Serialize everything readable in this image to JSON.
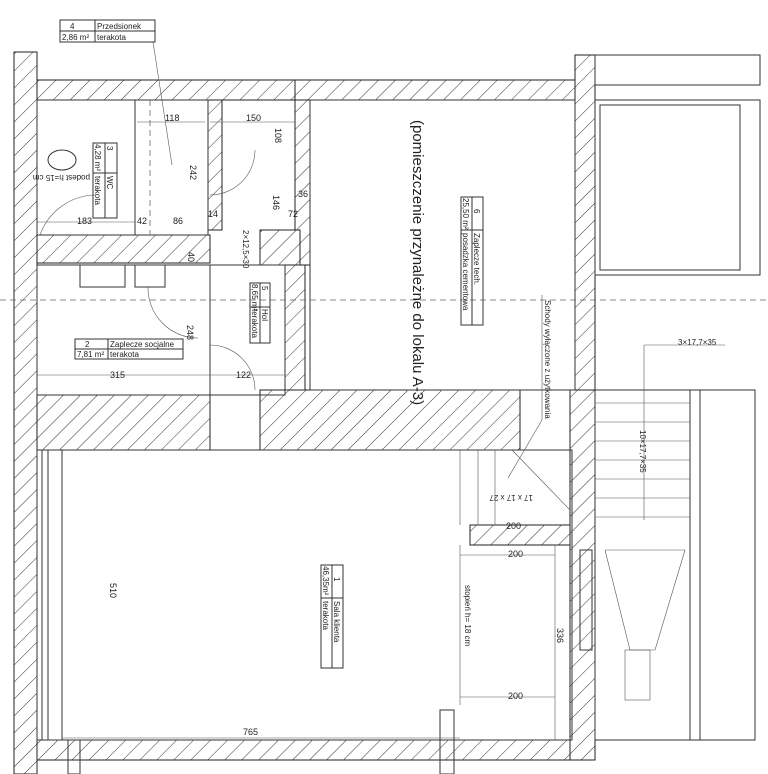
{
  "rooms": [
    {
      "number": "1",
      "name": "Sala klienta",
      "area": "46,35m²",
      "floor": "terakota"
    },
    {
      "number": "2",
      "name": "Zaplecze socjalne",
      "area": "7,81 m²",
      "floor": "terakota"
    },
    {
      "number": "3",
      "name": "WC",
      "area": "4,28 m²",
      "floor": "terakota"
    },
    {
      "number": "4",
      "name": "Przedsionek",
      "area": "2,86 m²",
      "floor": "terakota"
    },
    {
      "number": "5",
      "name": "Hol",
      "area": "8,65 m²",
      "floor": "terakota"
    },
    {
      "number": "6",
      "name": "Zaplecze tech.",
      "area": "25,50 m²",
      "floor": "posadzka cementowa"
    }
  ],
  "notes": {
    "annex": "(pomieszczenie przynależne do lokalu A-3)",
    "stairs_excluded": "Schody wyłączone z użytkowania",
    "step": "stopień h= 18 cm",
    "wc_floor": "podest h=15 cm",
    "stairs_a": "3×17,7×35",
    "stairs_b": "10×17,7×35",
    "stairs_c": "17 x 17 x 27",
    "stairs_d": "2×12,5×30"
  },
  "dimensions": {
    "d118": "118",
    "d150": "150",
    "d108": "108",
    "d242": "242",
    "d183": "183",
    "d42": "42",
    "d86": "86",
    "d14": "14",
    "d36": "36",
    "d72": "72",
    "d146": "146",
    "d40": "40",
    "d248": "248",
    "d315": "315",
    "d122": "122",
    "d510": "510",
    "d765": "765",
    "d200a": "200",
    "d200b": "200",
    "d200c": "200",
    "d336": "336"
  }
}
